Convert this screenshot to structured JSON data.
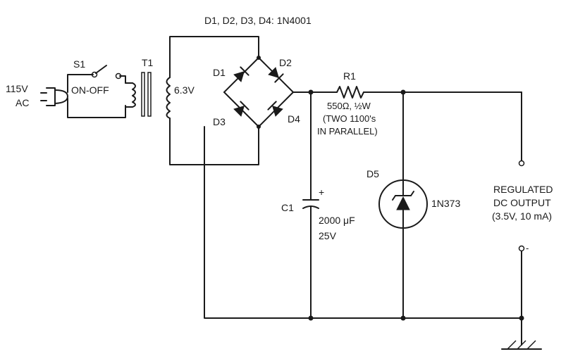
{
  "header": {
    "diode_list": "D1, D2, D3, D4: 1N4001"
  },
  "input": {
    "voltage": "115V",
    "type": "AC"
  },
  "switch": {
    "ref": "S1",
    "label": "ON-OFF"
  },
  "transformer": {
    "ref": "T1",
    "secondary": "6.3V"
  },
  "bridge": {
    "d1": "D1",
    "d2": "D2",
    "d3": "D3",
    "d4": "D4"
  },
  "resistor": {
    "ref": "R1",
    "value": "550Ω, ½W",
    "note_1": "(TWO 1100's",
    "note_2": "IN PARALLEL)"
  },
  "capacitor": {
    "ref": "C1",
    "polarity": "+",
    "value": "2000 μF",
    "voltage": "25V"
  },
  "zener": {
    "ref": "D5",
    "part": "1N373"
  },
  "output": {
    "line1": "REGULATED",
    "line2": "DC OUTPUT",
    "line3": "(3.5V, 10 mA)",
    "minus": "-"
  }
}
